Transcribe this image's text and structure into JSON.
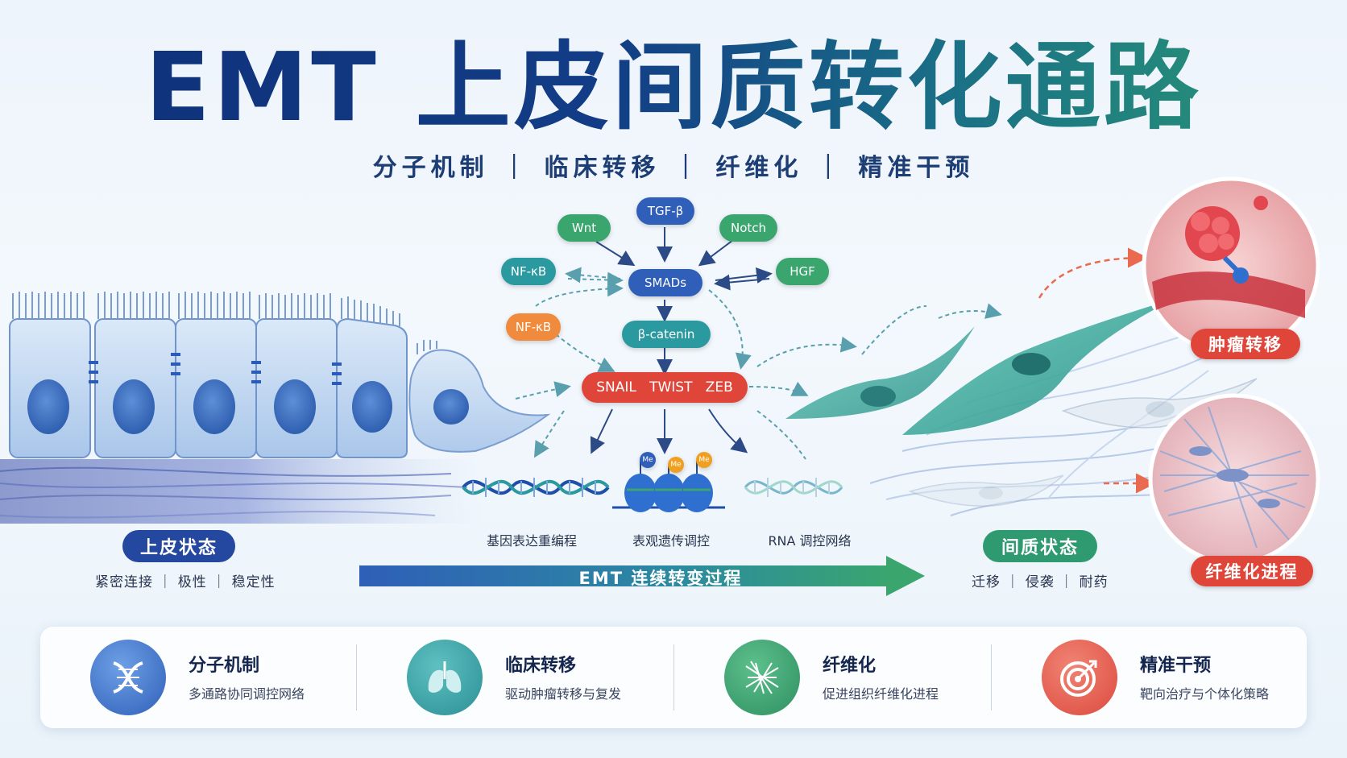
{
  "title": "EMT 上皮间质转化通路",
  "subtitle": "分子机制 ｜ 临床转移 ｜ 纤维化 ｜ 精准干预",
  "signals": {
    "tgfb": "TGF-β",
    "wnt": "Wnt",
    "notch": "Notch",
    "nfkb_top": "NF-κB",
    "hgf": "HGF",
    "smads": "SMADs",
    "nfkb_mid": "NF-κB",
    "bcatenin": "β-catenin",
    "tf": "SNAIL   TWIST   ZEB"
  },
  "colors": {
    "blue": "#2f5fb8",
    "green": "#3aa66e",
    "teal": "#2b9aa0",
    "orange": "#f08a3c",
    "red": "#e0453a"
  },
  "methyl_label": "Me",
  "mechanisms": [
    "基因表达重编程",
    "表观遗传调控",
    "RNA 调控网络"
  ],
  "epithelial": {
    "title": "上皮状态",
    "desc": "紧密连接 ｜ 极性 ｜ 稳定性"
  },
  "mesenchymal": {
    "title": "间质状态",
    "desc": "迁移 ｜ 侵袭 ｜ 耐药"
  },
  "emt_bar": "EMT 连续转变过程",
  "outcomes": [
    "肿瘤转移",
    "纤维化进程"
  ],
  "cards": [
    {
      "title": "分子机制",
      "desc": "多通路协同调控网络",
      "icon": "dna-icon",
      "color": "#3d78d0"
    },
    {
      "title": "临床转移",
      "desc": "驱动肿瘤转移与复发",
      "icon": "lungs-icon",
      "color": "#2a9aa0"
    },
    {
      "title": "纤维化",
      "desc": "促进组织纤维化进程",
      "icon": "fibers-icon",
      "color": "#3aa66e"
    },
    {
      "title": "精准干预",
      "desc": "靶向治疗与个体化策略",
      "icon": "target-icon",
      "color": "#e5574a"
    }
  ]
}
